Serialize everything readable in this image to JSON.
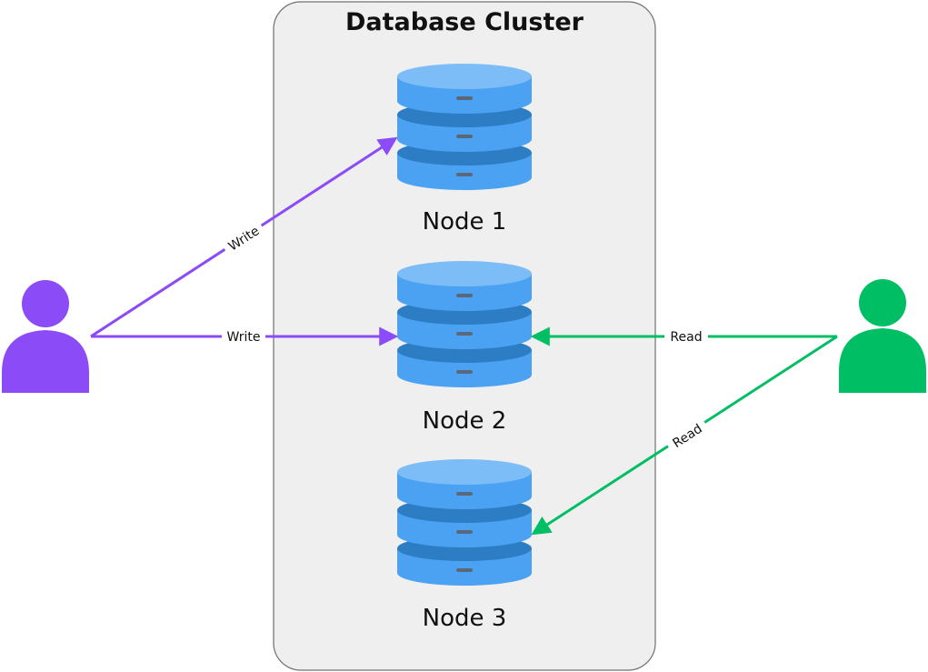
{
  "cluster": {
    "title": "Database Cluster",
    "nodes": [
      {
        "label": "Node 1"
      },
      {
        "label": "Node 2"
      },
      {
        "label": "Node 3"
      }
    ]
  },
  "actors": {
    "writer": {
      "icon": "user-icon",
      "color": "#8B4CF7"
    },
    "reader": {
      "icon": "user-icon",
      "color": "#00BE63"
    }
  },
  "edges": [
    {
      "from": "writer",
      "to": "Node 1",
      "label": "Write"
    },
    {
      "from": "writer",
      "to": "Node 2",
      "label": "Write"
    },
    {
      "from": "reader",
      "to": "Node 2",
      "label": "Read"
    },
    {
      "from": "reader",
      "to": "Node 3",
      "label": "Read"
    }
  ],
  "colors": {
    "write": "#8B4CF7",
    "read": "#00BE63",
    "cluster_fill": "#EFEFEF",
    "cluster_border": "#707070",
    "db_top": "#7CBDF7",
    "db_body": "#4BA2F2",
    "db_band": "#2C7DC4",
    "db_slot": "#5A6878"
  }
}
